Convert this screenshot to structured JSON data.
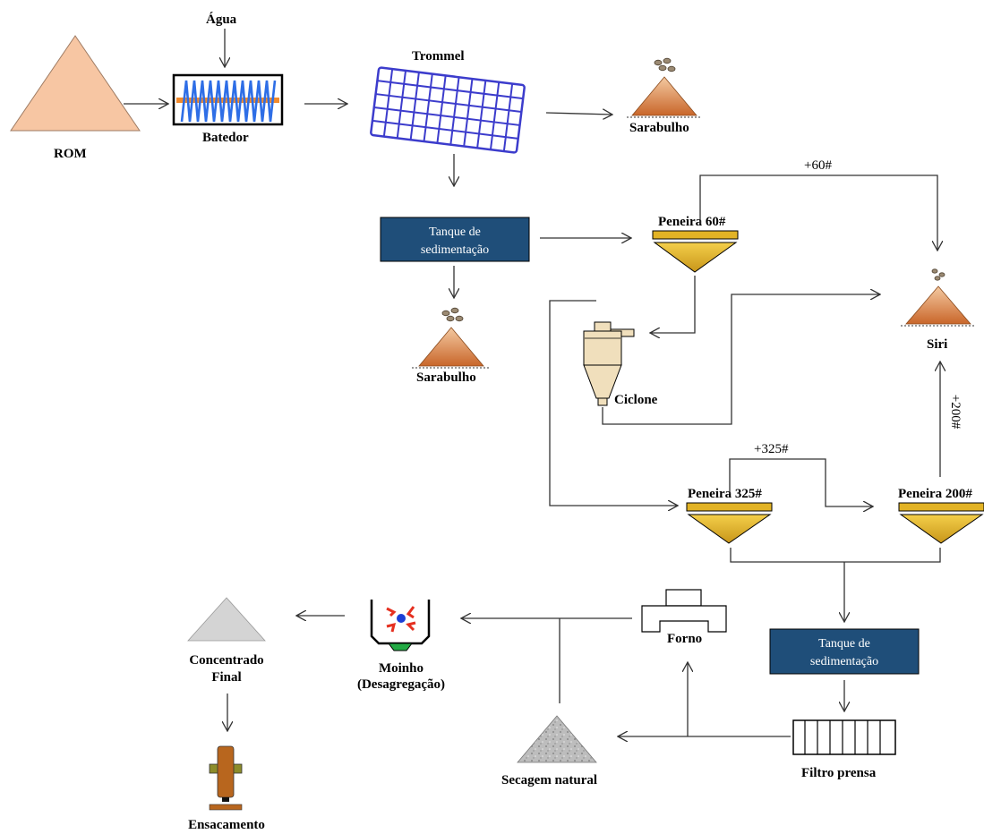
{
  "labels": {
    "agua": "Água",
    "rom": "ROM",
    "batedor": "Batedor",
    "trommel": "Trommel",
    "sarabulho_top": "Sarabulho",
    "sarabulho_mid": "Sarabulho",
    "tanque1_line1": "Tanque de",
    "tanque1_line2": "sedimentação",
    "peneira60": "Peneira 60#",
    "plus60": "+60#",
    "siri": "Siri",
    "ciclone": "Ciclone",
    "plus325": "+325#",
    "plus200": "+200#",
    "peneira325": "Peneira 325#",
    "peneira200": "Peneira 200#",
    "forno": "Forno",
    "tanque2_line1": "Tanque de",
    "tanque2_line2": "sedimentação",
    "filtro": "Filtro prensa",
    "secagem": "Secagem natural",
    "moinho_line1": "Moinho",
    "moinho_line2": "(Desagregação)",
    "concentrado_line1": "Concentrado",
    "concentrado_line2": "Final",
    "ensacamento": "Ensacamento"
  },
  "colors": {
    "rom_fill": "#f7c6a3",
    "pile_fill": "#e08a4a",
    "tank_fill": "#1f4e79",
    "screen_fill": "#e2b325",
    "trommel_grid": "#3c3ccc",
    "batedor_blue": "#2e6ee6",
    "batedor_orange": "#f28a2c",
    "cyclone_fill": "#f0dfbc",
    "concentrate_fill": "#d4d4d4",
    "sack_brown": "#b8661e",
    "sack_olive": "#8c8c2a"
  }
}
